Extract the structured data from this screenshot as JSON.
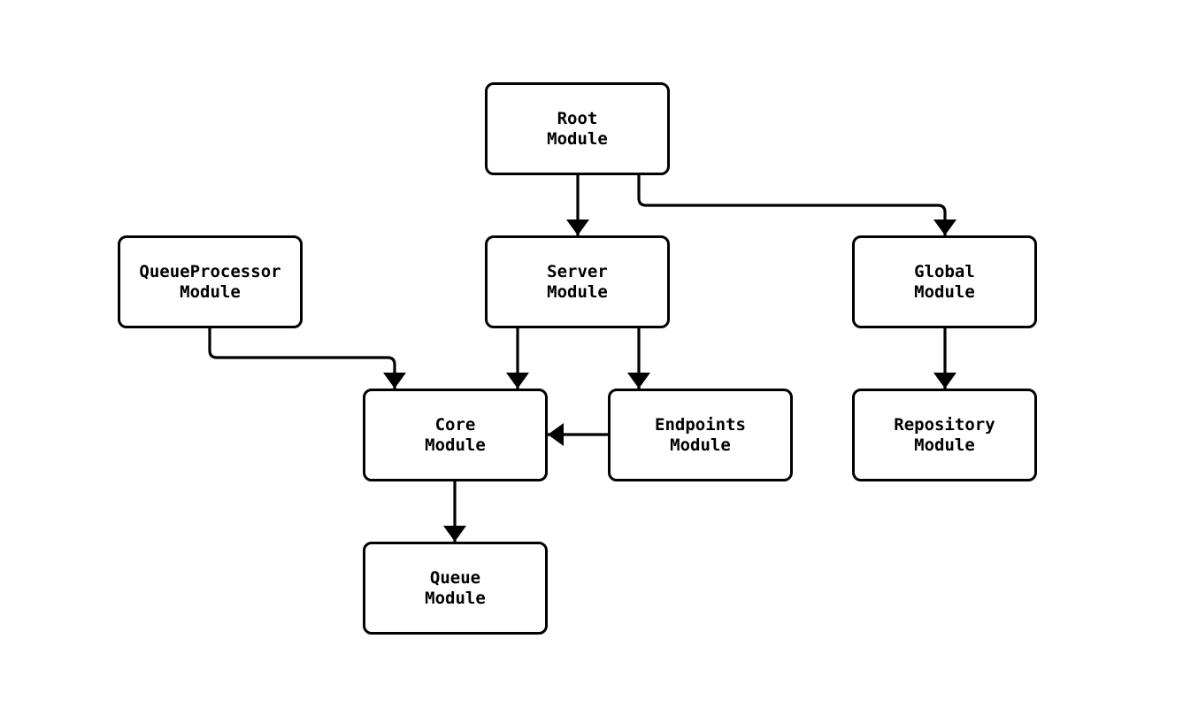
{
  "diagram": {
    "type": "module-dependency-graph",
    "background_color": "#ffffff",
    "line_color": "#000000",
    "node_fill_color": "#ffffff",
    "node_border_color": "#000000",
    "text_color": "#000000",
    "nodes": {
      "root": {
        "label": "Root\nModule"
      },
      "queue_processor": {
        "label": "QueueProcessor\nModule"
      },
      "server": {
        "label": "Server\nModule"
      },
      "global": {
        "label": "Global\nModule"
      },
      "core": {
        "label": "Core\nModule"
      },
      "endpoints": {
        "label": "Endpoints\nModule"
      },
      "repository": {
        "label": "Repository\nModule"
      },
      "queue": {
        "label": "Queue\nModule"
      }
    },
    "edges": [
      {
        "from": "Root Module",
        "to": "Server Module"
      },
      {
        "from": "Root Module",
        "to": "Global Module"
      },
      {
        "from": "QueueProcessor Module",
        "to": "Core Module"
      },
      {
        "from": "Server Module",
        "to": "Core Module"
      },
      {
        "from": "Server Module",
        "to": "Endpoints Module"
      },
      {
        "from": "Endpoints Module",
        "to": "Core Module"
      },
      {
        "from": "Global Module",
        "to": "Repository Module"
      },
      {
        "from": "Core Module",
        "to": "Queue Module"
      }
    ]
  }
}
